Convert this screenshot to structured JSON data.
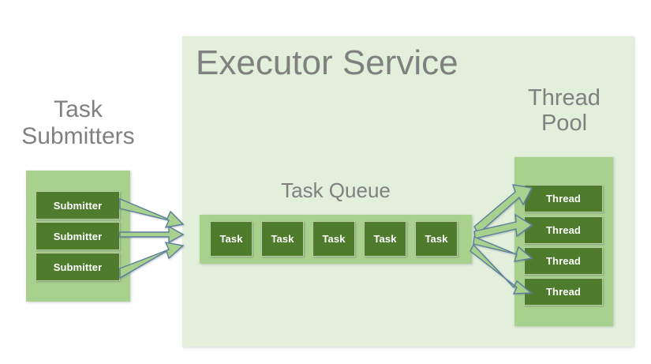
{
  "diagram": {
    "title": "Executor Service",
    "background_color": "#FFFFFF",
    "colors": {
      "outer_panel": "#E2EFDA",
      "group_panel": "#A9D18E",
      "node": "#4E7B2C",
      "node_text": "#FFFFFF",
      "heading_text": "#808080",
      "arrow_fill": "#A9D18E",
      "arrow_outline": "#5B7E9C"
    },
    "sections": {
      "task_submitters": {
        "heading": "Task\nSubmitters",
        "nodes": [
          {
            "label": "Submitter"
          },
          {
            "label": "Submitter"
          },
          {
            "label": "Submitter"
          }
        ]
      },
      "task_queue": {
        "heading": "Task Queue",
        "nodes": [
          {
            "label": "Task"
          },
          {
            "label": "Task"
          },
          {
            "label": "Task"
          },
          {
            "label": "Task"
          },
          {
            "label": "Task"
          }
        ]
      },
      "thread_pool": {
        "heading": "Thread\nPool",
        "nodes": [
          {
            "label": "Thread"
          },
          {
            "label": "Thread"
          },
          {
            "label": "Thread"
          },
          {
            "label": "Thread"
          }
        ]
      }
    },
    "flows": [
      {
        "from": "Submitter",
        "to": "Task Queue",
        "count": 3
      },
      {
        "from": "Task Queue",
        "to": "Thread",
        "count": 4
      }
    ]
  }
}
